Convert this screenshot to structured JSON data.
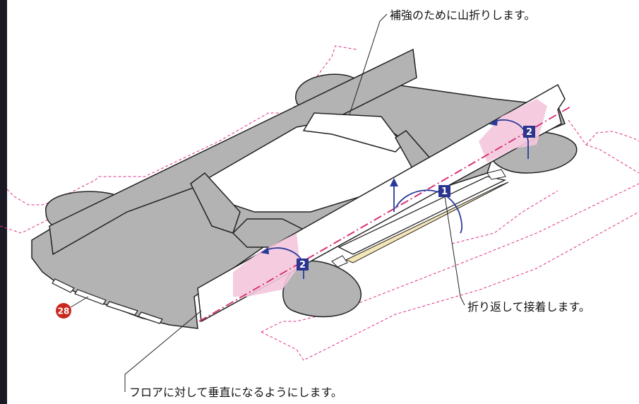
{
  "annotations": {
    "top": "補強のために山折りします。",
    "right": "折り返して接着します。",
    "bottom": "フロアに対して垂直になるようにします。"
  },
  "steps": {
    "step1": "1",
    "step2_right": "2",
    "step2_left": "2"
  },
  "part_number": "28",
  "colors": {
    "part_fill": "#b3b3b3",
    "outline": "#222222",
    "cut_line": "#e0308a",
    "fold_line": "#d6246e",
    "glue_fill": "#f5e6b8",
    "pink_highlight": "#f4c6dc",
    "arrow": "#2a3a9a",
    "step_badge": "#2b3590",
    "part_badge": "#c8281e",
    "left_bar": "#1a1a24"
  }
}
